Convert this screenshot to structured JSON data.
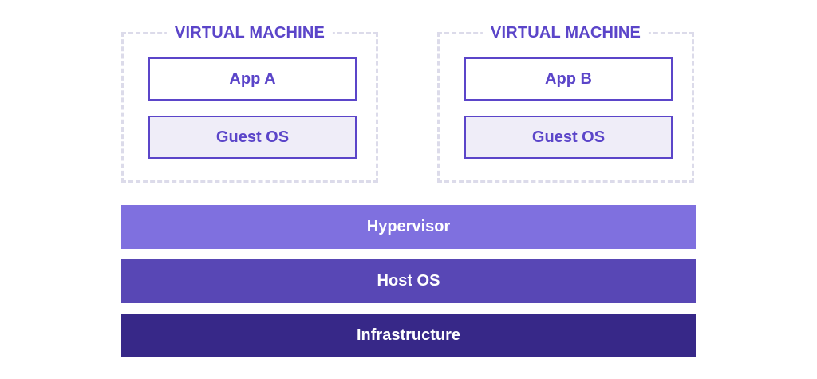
{
  "virtual_machines": [
    {
      "title": "VIRTUAL MACHINE",
      "app": "App A",
      "guest_os": "Guest OS"
    },
    {
      "title": "VIRTUAL MACHINE",
      "app": "App B",
      "guest_os": "Guest OS"
    }
  ],
  "layers": {
    "hypervisor": "Hypervisor",
    "host_os": "Host OS",
    "infrastructure": "Infrastructure"
  },
  "colors": {
    "accent": "#5b45c9",
    "vm_border": "#dcdbea",
    "guest_fill": "#efedf8",
    "hypervisor": "#7f70df",
    "host_os": "#5847b5",
    "infrastructure": "#372888"
  }
}
